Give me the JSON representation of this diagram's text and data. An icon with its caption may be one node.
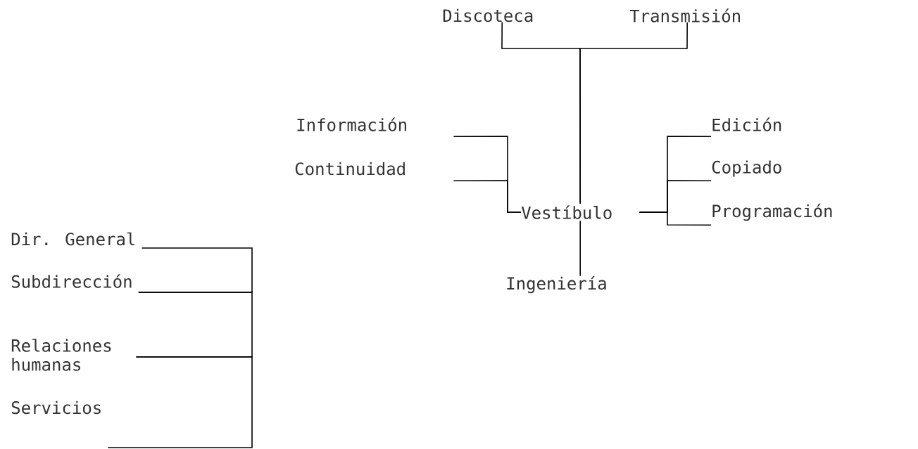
{
  "diagram": {
    "nodes": [
      {
        "text": [
          "Discoteca"
        ]
      },
      {
        "text": [
          "Transmisión"
        ]
      },
      {
        "text": [
          "Información"
        ]
      },
      {
        "text": [
          "Continuidad"
        ]
      },
      {
        "text": [
          "Vestíbulo"
        ]
      },
      {
        "text": [
          "Edición"
        ]
      },
      {
        "text": [
          "Copiado"
        ]
      },
      {
        "text": [
          "Programación"
        ]
      },
      {
        "text": [
          "Ingeniería"
        ]
      },
      {
        "text": [
          "Dir. General"
        ]
      },
      {
        "text": [
          "Subdirección"
        ]
      },
      {
        "text": [
          "Relaciones humanas"
        ]
      },
      {
        "text": [
          "Servicios"
        ]
      }
    ],
    "edges": [
      {
        "from": 0,
        "to": 4,
        "arrow": "none"
      },
      {
        "from": 1,
        "to": 4,
        "arrow": "none"
      },
      {
        "from": 2,
        "to": 4,
        "arrow": "none"
      },
      {
        "from": 3,
        "to": 4,
        "arrow": "none"
      },
      {
        "from": 4,
        "to": 5,
        "arrow": "none"
      },
      {
        "from": 4,
        "to": 6,
        "arrow": "none"
      },
      {
        "from": 4,
        "to": 7,
        "arrow": "none"
      },
      {
        "from": 4,
        "to": 8,
        "arrow": "none"
      },
      {
        "from": 9,
        "to": 10,
        "arrow": "none"
      },
      {
        "from": 10,
        "to": 11,
        "arrow": "none"
      },
      {
        "from": 11,
        "to": 12,
        "arrow": "none"
      }
    ]
  }
}
